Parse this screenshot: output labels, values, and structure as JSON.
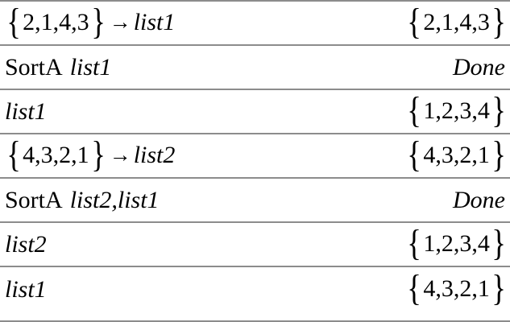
{
  "app": {
    "name": "calculator-history",
    "separator_color": "#8c8c8c",
    "text_color": "#000000",
    "background_color": "#ffffff"
  },
  "symbols": {
    "store_arrow": "→",
    "brace_open": "{",
    "brace_close": "}"
  },
  "rows": [
    {
      "kind": "store",
      "entry_list": "2,1,4,3",
      "entry_target": "list1",
      "result_kind": "list",
      "result_list": "2,1,4,3"
    },
    {
      "kind": "command",
      "command": "SortA",
      "arguments": "list1",
      "result_kind": "text",
      "result_text": "Done"
    },
    {
      "kind": "variable",
      "entry_variable": "list1",
      "result_kind": "list",
      "result_list": "1,2,3,4"
    },
    {
      "kind": "store",
      "entry_list": "4,3,2,1",
      "entry_target": "list2",
      "result_kind": "list",
      "result_list": "4,3,2,1"
    },
    {
      "kind": "command",
      "command": "SortA",
      "arguments": "list2,list1",
      "result_kind": "text",
      "result_text": "Done"
    },
    {
      "kind": "variable",
      "entry_variable": "list2",
      "result_kind": "list",
      "result_list": "1,2,3,4"
    },
    {
      "kind": "variable",
      "entry_variable": "list1",
      "result_kind": "list",
      "result_list": "4,3,2,1"
    }
  ]
}
